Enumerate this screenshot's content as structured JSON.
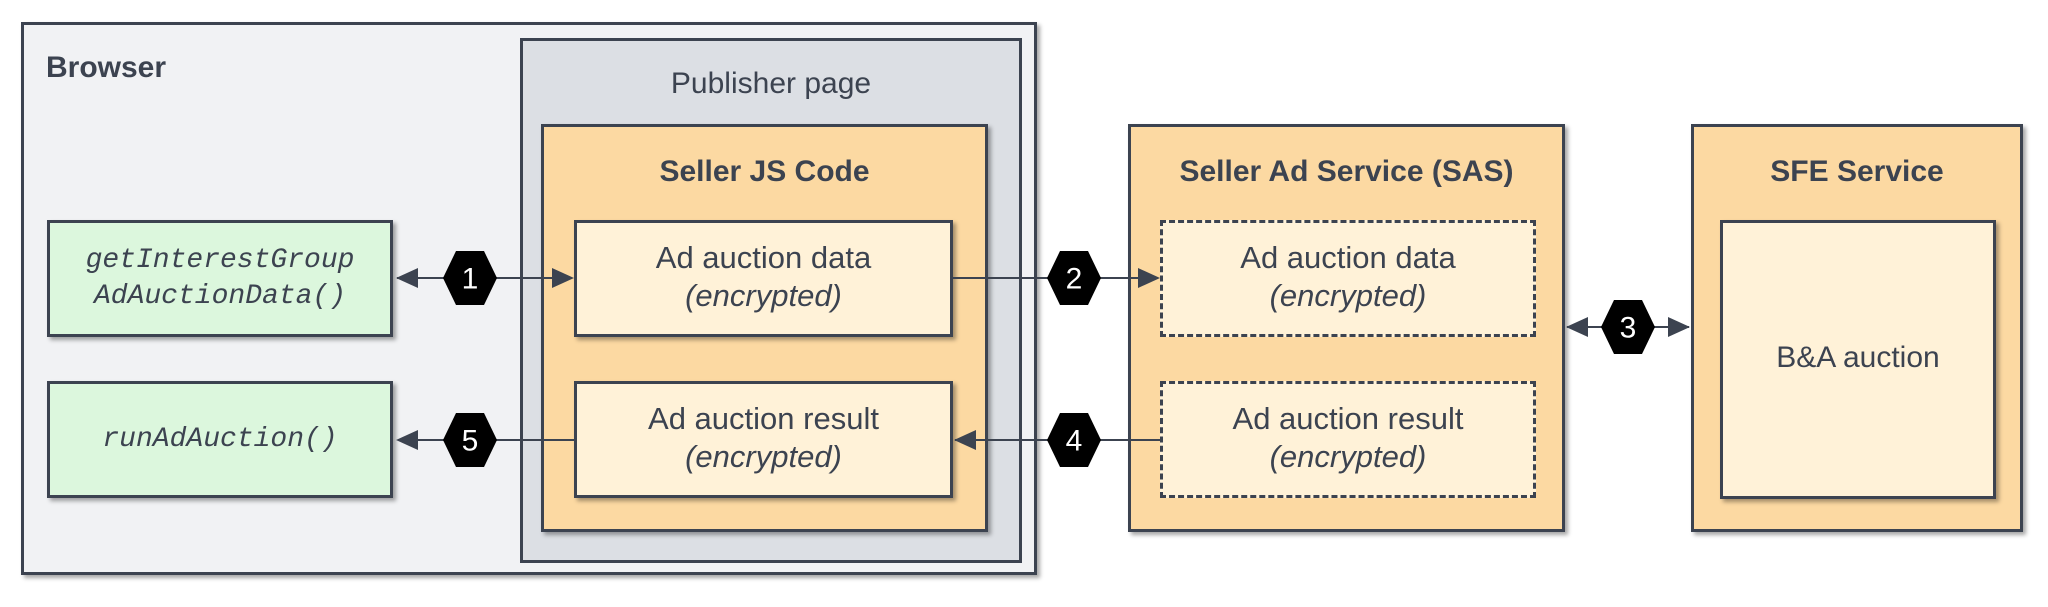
{
  "browser": {
    "title": "Browser"
  },
  "publisher": {
    "title": "Publisher page"
  },
  "left_api": {
    "get_data_line1": "getInterestGroup",
    "get_data_line2": "AdAuctionData()",
    "run_auction": "runAdAuction()"
  },
  "seller_js": {
    "title": "Seller JS Code",
    "data_label": "Ad auction data",
    "data_note": "(encrypted)",
    "result_label": "Ad auction result",
    "result_note": "(encrypted)"
  },
  "sas": {
    "title": "Seller Ad Service (SAS)",
    "data_label": "Ad auction data",
    "data_note": "(encrypted)",
    "result_label": "Ad auction result",
    "result_note": "(encrypted)"
  },
  "sfe": {
    "title": "SFE Service",
    "auction_label": "B&A auction"
  },
  "steps": [
    "1",
    "2",
    "3",
    "4",
    "5"
  ],
  "colors": {
    "outline": "#3c4350",
    "browser_bg": "#f1f2f4",
    "publisher_bg": "#dcdfe4",
    "service_bg": "#fcd9a2",
    "inner_bg": "#fff2d8",
    "api_bg": "#dcf7dd",
    "badge": "#000000"
  }
}
